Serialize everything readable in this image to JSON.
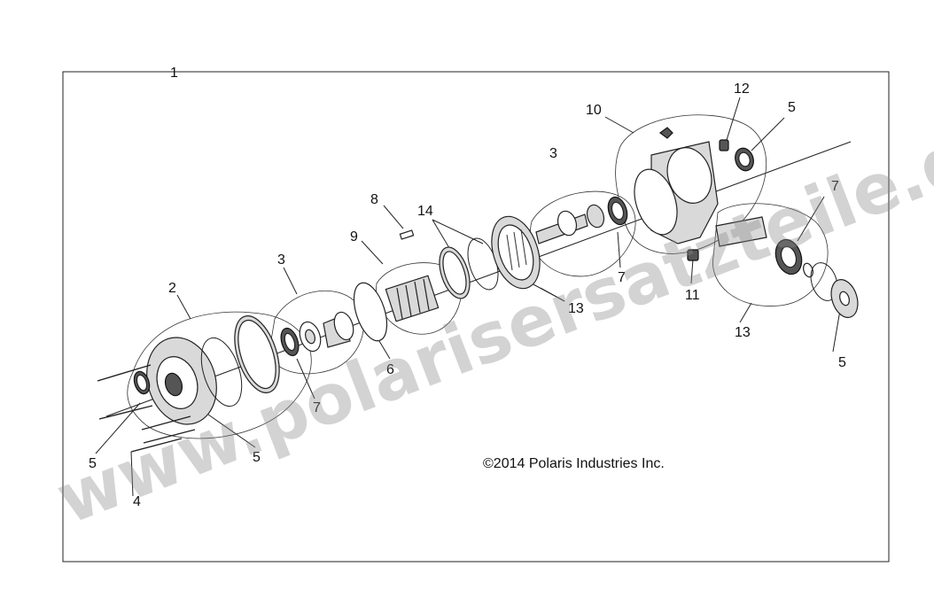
{
  "diagram": {
    "callouts": [
      "1",
      "2",
      "3",
      "3",
      "4",
      "5",
      "5",
      "5",
      "5",
      "6",
      "7",
      "7",
      "7",
      "8",
      "9",
      "10",
      "11",
      "12",
      "13",
      "13",
      "14"
    ],
    "copyright": "©2014 Polaris Industries Inc.",
    "watermark": "www.polarisersatzteile.de"
  }
}
